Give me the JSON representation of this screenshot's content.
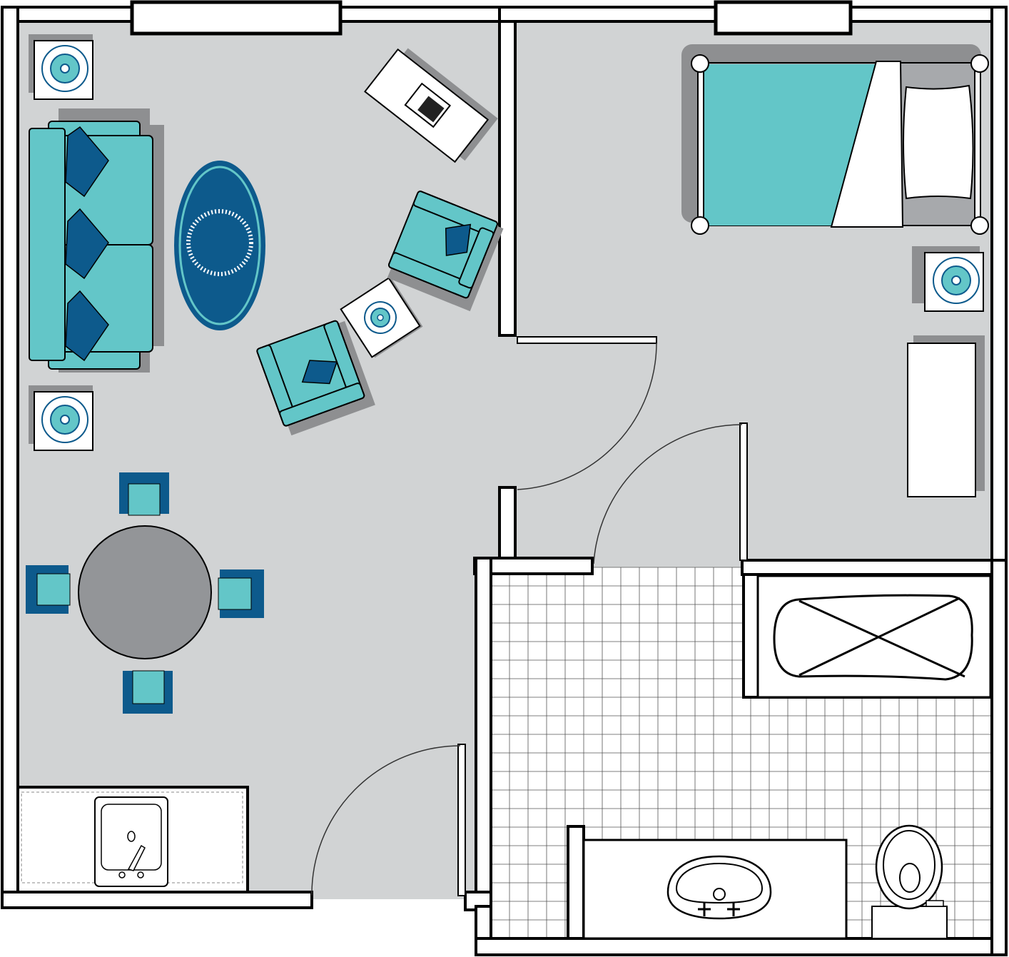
{
  "plan": {
    "rooms": [
      "living-room",
      "bedroom",
      "bathroom"
    ],
    "furniture": [
      "sofa",
      "rug",
      "armchair",
      "armchair",
      "side-table",
      "desk",
      "bed",
      "nightstand",
      "dresser",
      "dining-table",
      "dining-chair",
      "kitchen-counter",
      "sink",
      "bathtub",
      "vanity",
      "toilet"
    ]
  },
  "colors": {
    "floor": "#d1d3d4",
    "wall": "#ffffff",
    "outline": "#000000",
    "teal": "#63c6c8",
    "navy": "#0d5a8c",
    "shadow": "#8e8f91",
    "table": "#939598"
  }
}
